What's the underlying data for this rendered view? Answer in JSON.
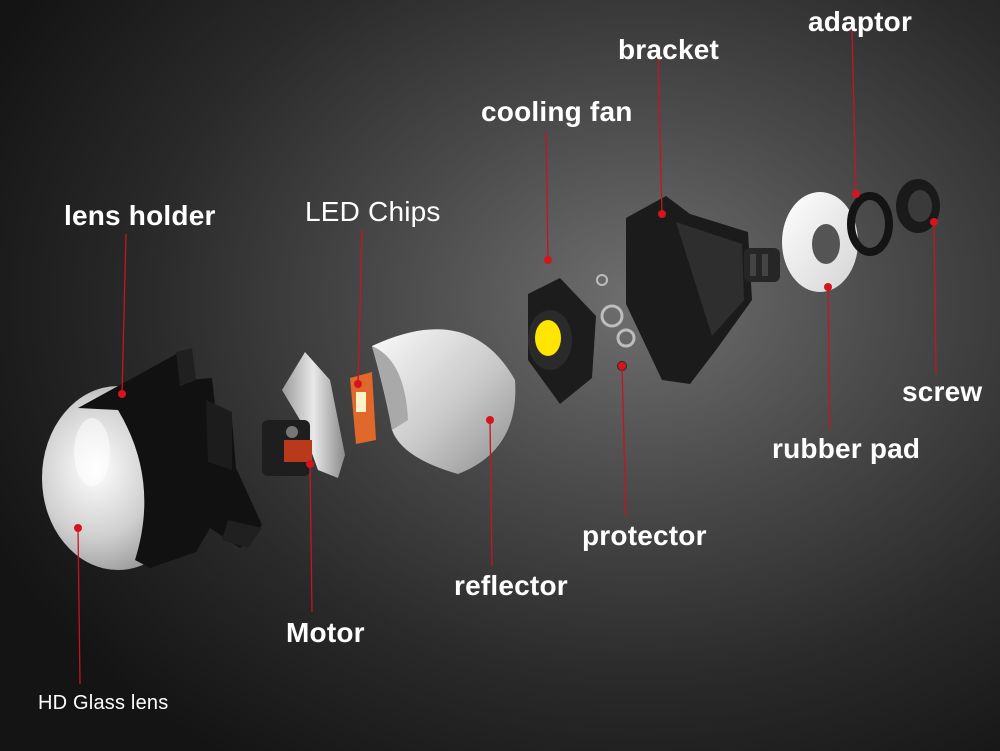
{
  "labels": {
    "adaptor": "adaptor",
    "bracket": "bracket",
    "cooling_fan": "cooling fan",
    "lens_holder": "lens holder",
    "led_chips": "LED Chips",
    "screw": "screw",
    "rubber_pad": "rubber pad",
    "protector": "protector",
    "reflector": "reflector",
    "motor": "Motor",
    "hd_glass_lens": "HD Glass lens"
  },
  "colors": {
    "leader_line": "#c8141e",
    "fan_hub": "#ffe500",
    "led_chip": "#e0682a",
    "label_text": "#ffffff"
  }
}
